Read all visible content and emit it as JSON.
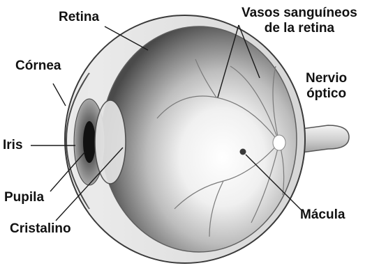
{
  "labels": {
    "retina": "Retina",
    "vasos": "Vasos sanguíneos\nde la retina",
    "cornea": "Córnea",
    "nervio": "Nervio\nóptico",
    "iris": "Iris",
    "pupila": "Pupila",
    "cristalino": "Cristalino",
    "macula": "Mácula"
  },
  "colors": {
    "text": "#111111",
    "leader_line": "#1a1a1a",
    "sclera_outline": "#3a3a3a",
    "retina_shadow": "#5e5e5e",
    "fundus_light": "#f2f2f2"
  }
}
